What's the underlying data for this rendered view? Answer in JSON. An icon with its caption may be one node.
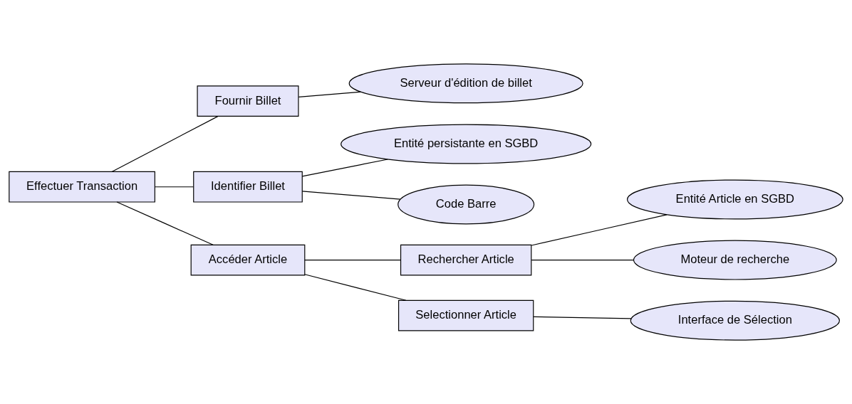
{
  "diagram": {
    "nodes": [
      {
        "text": [
          "Effectuer Transaction"
        ]
      },
      {
        "text": [
          "Fournir Billet"
        ]
      },
      {
        "text": [
          "Serveur d'édition de billet"
        ]
      },
      {
        "text": [
          "Identifier Billet"
        ]
      },
      {
        "text": [
          "Entité persistante en SGBD"
        ]
      },
      {
        "text": [
          "Code Barre"
        ]
      },
      {
        "text": [
          "Accéder Article"
        ]
      },
      {
        "text": [
          "Rechercher Article"
        ]
      },
      {
        "text": [
          "Entité Article en SGBD"
        ]
      },
      {
        "text": [
          "Moteur de recherche"
        ]
      },
      {
        "text": [
          "Selectionner Article"
        ]
      },
      {
        "text": [
          "Interface de Sélection"
        ]
      }
    ],
    "edges": [
      {
        "from": 0,
        "to": 1,
        "arrow": "none"
      },
      {
        "from": 0,
        "to": 3,
        "arrow": "none"
      },
      {
        "from": 0,
        "to": 6,
        "arrow": "none"
      },
      {
        "from": 1,
        "to": 2,
        "arrow": "none"
      },
      {
        "from": 3,
        "to": 4,
        "arrow": "none"
      },
      {
        "from": 3,
        "to": 5,
        "arrow": "none"
      },
      {
        "from": 6,
        "to": 7,
        "arrow": "none"
      },
      {
        "from": 6,
        "to": 10,
        "arrow": "none"
      },
      {
        "from": 7,
        "to": 8,
        "arrow": "none"
      },
      {
        "from": 7,
        "to": 9,
        "arrow": "none"
      },
      {
        "from": 10,
        "to": 11,
        "arrow": "none"
      }
    ]
  }
}
